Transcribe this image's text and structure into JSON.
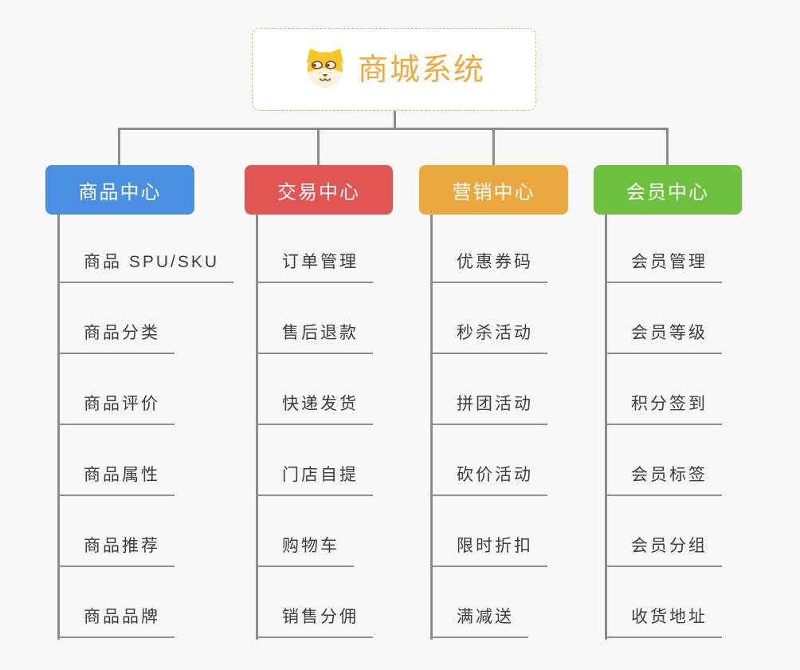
{
  "root": {
    "title": "商城系统",
    "icon": "dog-face-icon"
  },
  "branches": [
    {
      "label": "商品中心",
      "color": "#4a90e2",
      "children": [
        "商品 SPU/SKU",
        "商品分类",
        "商品评价",
        "商品属性",
        "商品推荐",
        "商品品牌"
      ]
    },
    {
      "label": "交易中心",
      "color": "#e15653",
      "children": [
        "订单管理",
        "售后退款",
        "快递发货",
        "门店自提",
        "购物车",
        "销售分佣"
      ]
    },
    {
      "label": "营销中心",
      "color": "#eba83f",
      "children": [
        "优惠券码",
        "秒杀活动",
        "拼团活动",
        "砍价活动",
        "限时折扣",
        "满减送"
      ]
    },
    {
      "label": "会员中心",
      "color": "#6ec13f",
      "children": [
        "会员管理",
        "会员等级",
        "积分签到",
        "会员标签",
        "会员分组",
        "收货地址"
      ]
    }
  ],
  "style": {
    "background": "#f8f8f8",
    "connector_color": "#8c8c8c",
    "root_text_color": "#f0a93c",
    "root_border_color": "#efb257",
    "child_text_color": "#3d3d3d"
  }
}
